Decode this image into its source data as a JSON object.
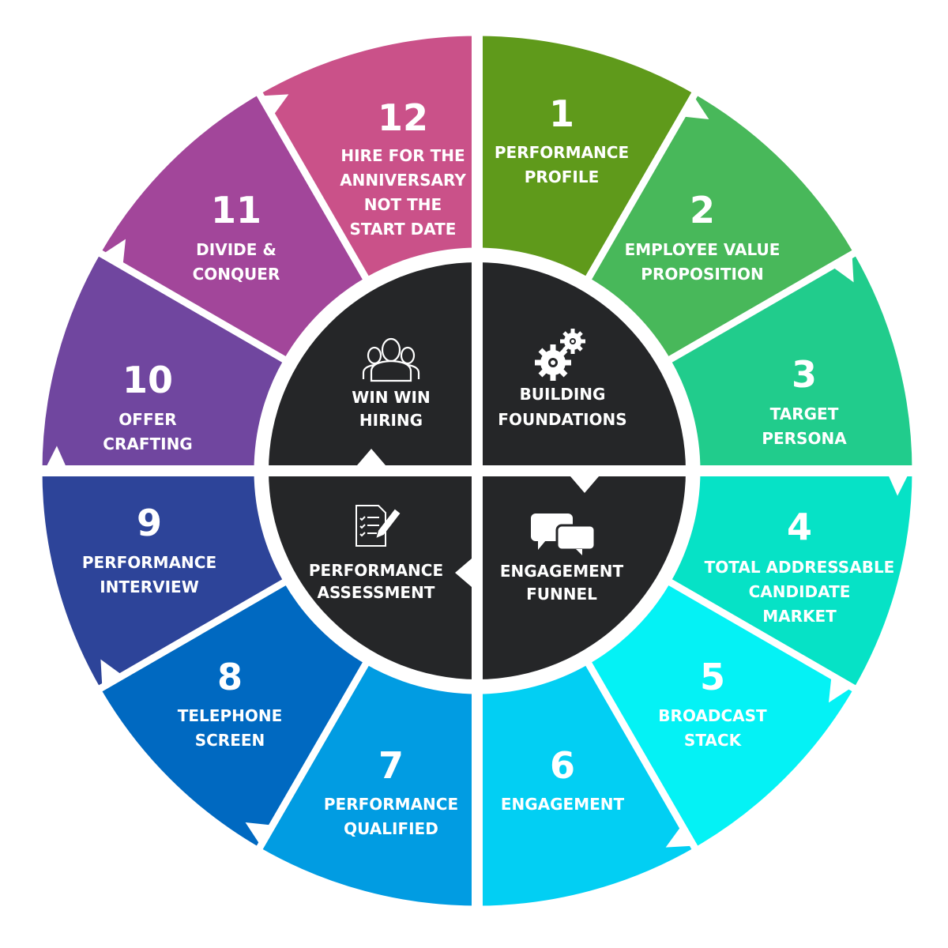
{
  "title": "Hiring process wheel",
  "colors": {
    "dark": "#252628",
    "gap": "#ffffff",
    "text": "#ffffff"
  },
  "steps": [
    {
      "number": "1",
      "lines": [
        "PERFORMANCE",
        "PROFILE"
      ],
      "color": "#5f9a1b"
    },
    {
      "number": "2",
      "lines": [
        "EMPLOYEE VALUE",
        "PROPOSITION"
      ],
      "color": "#48b85a"
    },
    {
      "number": "3",
      "lines": [
        "TARGET",
        "PERSONA"
      ],
      "color": "#21cc8c"
    },
    {
      "number": "4",
      "lines": [
        "TOTAL ADDRESSABLE",
        "CANDIDATE",
        "MARKET"
      ],
      "color": "#06e2c6"
    },
    {
      "number": "5",
      "lines": [
        "BROADCAST",
        "STACK"
      ],
      "color": "#04f2f5"
    },
    {
      "number": "6",
      "lines": [
        "ENGAGEMENT"
      ],
      "color": "#02cff3"
    },
    {
      "number": "7",
      "lines": [
        "PERFORMANCE",
        "QUALIFIED"
      ],
      "color": "#019ce2"
    },
    {
      "number": "8",
      "lines": [
        "TELEPHONE",
        "SCREEN"
      ],
      "color": "#0069c1"
    },
    {
      "number": "9",
      "lines": [
        "PERFORMANCE",
        "INTERVIEW"
      ],
      "color": "#2d4499"
    },
    {
      "number": "10",
      "lines": [
        "OFFER",
        "CRAFTING"
      ],
      "color": "#70469f"
    },
    {
      "number": "11",
      "lines": [
        "DIVIDE &",
        "CONQUER"
      ],
      "color": "#a2469a"
    },
    {
      "number": "12",
      "lines": [
        "HIRE FOR THE",
        "ANNIVERSARY",
        "NOT THE",
        "START DATE"
      ],
      "color": "#ca5189"
    }
  ],
  "phases": [
    {
      "lines": [
        "BUILDING",
        "FOUNDATIONS"
      ],
      "icon": "gears-icon"
    },
    {
      "lines": [
        "ENGAGEMENT",
        "FUNNEL"
      ],
      "icon": "chat-bubbles-icon"
    },
    {
      "lines": [
        "PERFORMANCE",
        "ASSESSMENT"
      ],
      "icon": "checklist-pen-icon"
    },
    {
      "lines": [
        "WIN WIN",
        "HIRING"
      ],
      "icon": "people-group-icon"
    }
  ]
}
